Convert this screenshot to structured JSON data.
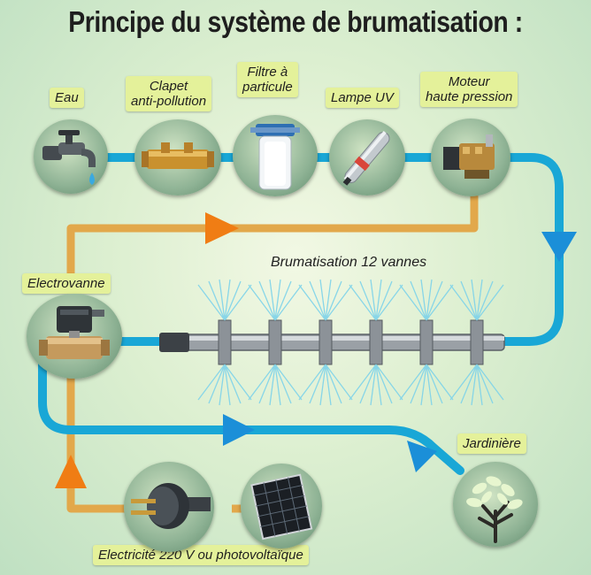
{
  "title": "Principe du système de brumatisation :",
  "colors": {
    "water_pipe": "#19a7d6",
    "power_pipe": "#e2a84b",
    "arrow_orange": "#f07d14",
    "arrow_blue": "#1b8fd8",
    "label_bg": "#e4f19a"
  },
  "components": {
    "eau": "Eau",
    "clapet_line1": "Clapet",
    "clapet_line2": "anti-pollution",
    "filtre_line1": "Filtre à",
    "filtre_line2": "particule",
    "lampe": "Lampe UV",
    "moteur_line1": "Moteur",
    "moteur_line2": "haute pression",
    "electrovanne": "Electrovanne",
    "brumatisation": "Brumatisation 12 vannes",
    "jardiniere": "Jardinière",
    "electricite": "Electricité 220 V ou photovoltaïque"
  },
  "icons": {
    "eau": "faucet-icon",
    "clapet": "check-valve-icon",
    "filtre": "water-filter-icon",
    "lampe": "uv-lamp-icon",
    "moteur": "pressure-pump-icon",
    "electrovanne": "solenoid-valve-icon",
    "jardiniere": "tree-icon",
    "prise": "power-plug-icon",
    "panneau": "solar-panel-icon"
  }
}
